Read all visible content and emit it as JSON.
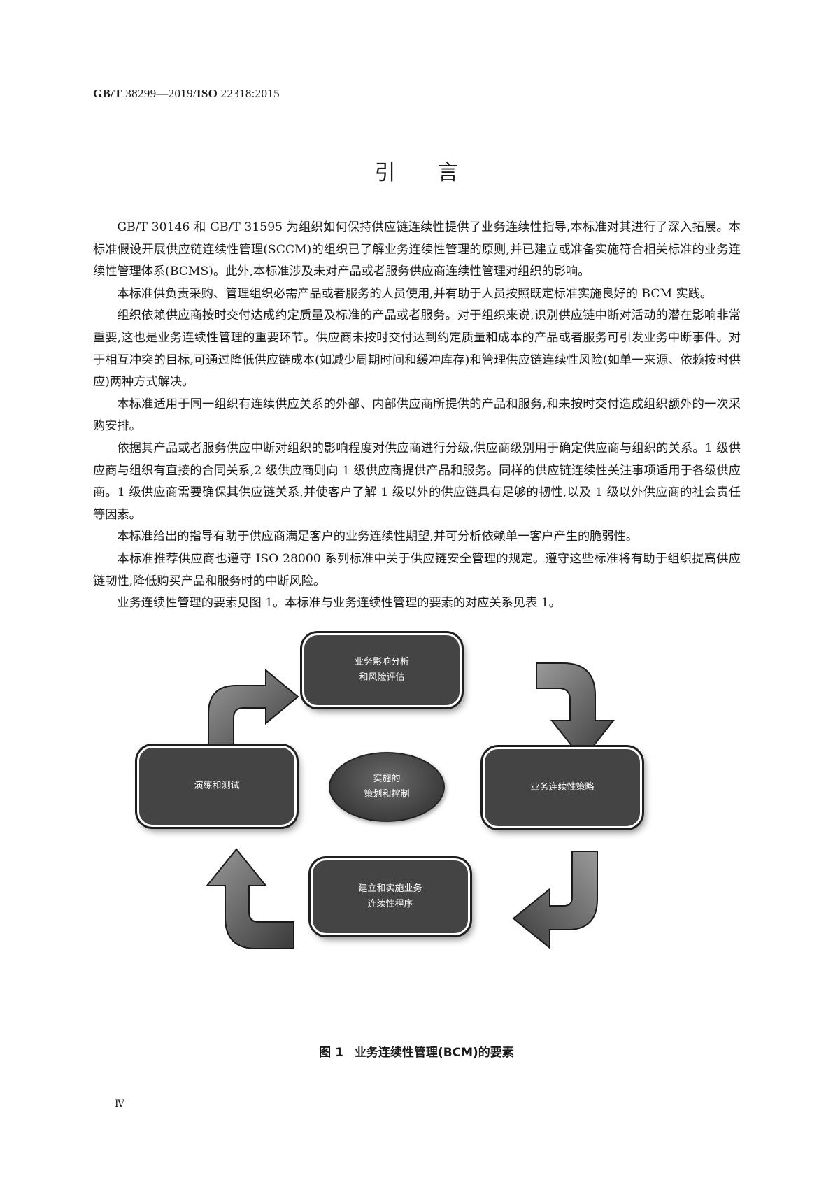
{
  "header": {
    "code_prefix": "GB/T",
    "code_main": " 38299—2019/",
    "code_iso": "ISO",
    "code_suffix": " 22318:2015"
  },
  "title": "引言",
  "paragraphs": [
    "GB/T 30146 和 GB/T 31595 为组织如何保持供应链连续性提供了业务连续性指导,本标准对其进行了深入拓展。本标准假设开展供应链连续性管理(SCCM)的组织已了解业务连续性管理的原则,并已建立或准备实施符合相关标准的业务连续性管理体系(BCMS)。此外,本标准涉及未对产品或者服务供应商连续性管理对组织的影响。",
    "本标准供负责采购、管理组织必需产品或者服务的人员使用,并有助于人员按照既定标准实施良好的 BCM 实践。",
    "组织依赖供应商按时交付达成约定质量及标准的产品或者服务。对于组织来说,识别供应链中断对活动的潜在影响非常重要,这也是业务连续性管理的重要环节。供应商未按时交付达到约定质量和成本的产品或者服务可引发业务中断事件。对于相互冲突的目标,可通过降低供应链成本(如减少周期时间和缓冲库存)和管理供应链连续性风险(如单一来源、依赖按时供应)两种方式解决。",
    "本标准适用于同一组织有连续供应关系的外部、内部供应商所提供的产品和服务,和未按时交付造成组织额外的一次采购安排。",
    "依据其产品或者服务供应中断对组织的影响程度对供应商进行分级,供应商级别用于确定供应商与组织的关系。1 级供应商与组织有直接的合同关系,2 级供应商则向 1 级供应商提供产品和服务。同样的供应链连续性关注事项适用于各级供应商。1 级供应商需要确保其供应链关系,并使客户了解 1 级以外的供应链具有足够的韧性,以及 1 级以外供应商的社会责任等因素。",
    "本标准给出的指导有助于供应商满足客户的业务连续性期望,并可分析依赖单一客户产生的脆弱性。",
    "本标准推荐供应商也遵守 ISO 28000 系列标准中关于供应链安全管理的规定。遵守这些标准将有助于组织提高供应链韧性,降低购买产品和服务时的中断风险。",
    "业务连续性管理的要素见图 1。本标准与业务连续性管理的要素的对应关系见表 1。"
  ],
  "figure": {
    "top_box": [
      "业务影响分析",
      "和风险评估"
    ],
    "right_box": [
      "业务连续性策略"
    ],
    "bottom_box": [
      "建立和实施业务",
      "连续性程序"
    ],
    "left_box": [
      "演练和测试"
    ],
    "center": [
      "实施的",
      "策划和控制"
    ],
    "caption_num": "图 1",
    "caption_text": "业务连续性管理(BCM)的要素"
  },
  "page_number": "Ⅳ"
}
